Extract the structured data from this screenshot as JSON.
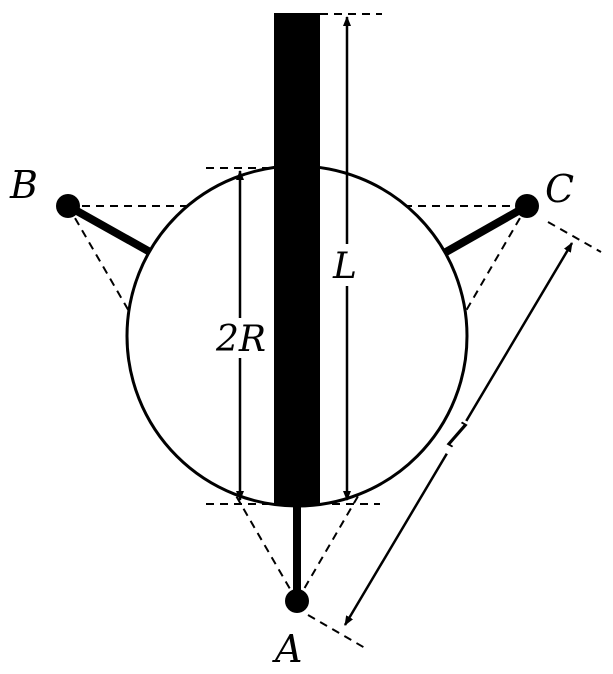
{
  "labels": {
    "point_a": "A",
    "point_b": "B",
    "point_c": "C",
    "length_rod": "L",
    "diameter": "2R",
    "side_length": "l"
  },
  "colors": {
    "ink": "#000000",
    "background": "#ffffff"
  }
}
